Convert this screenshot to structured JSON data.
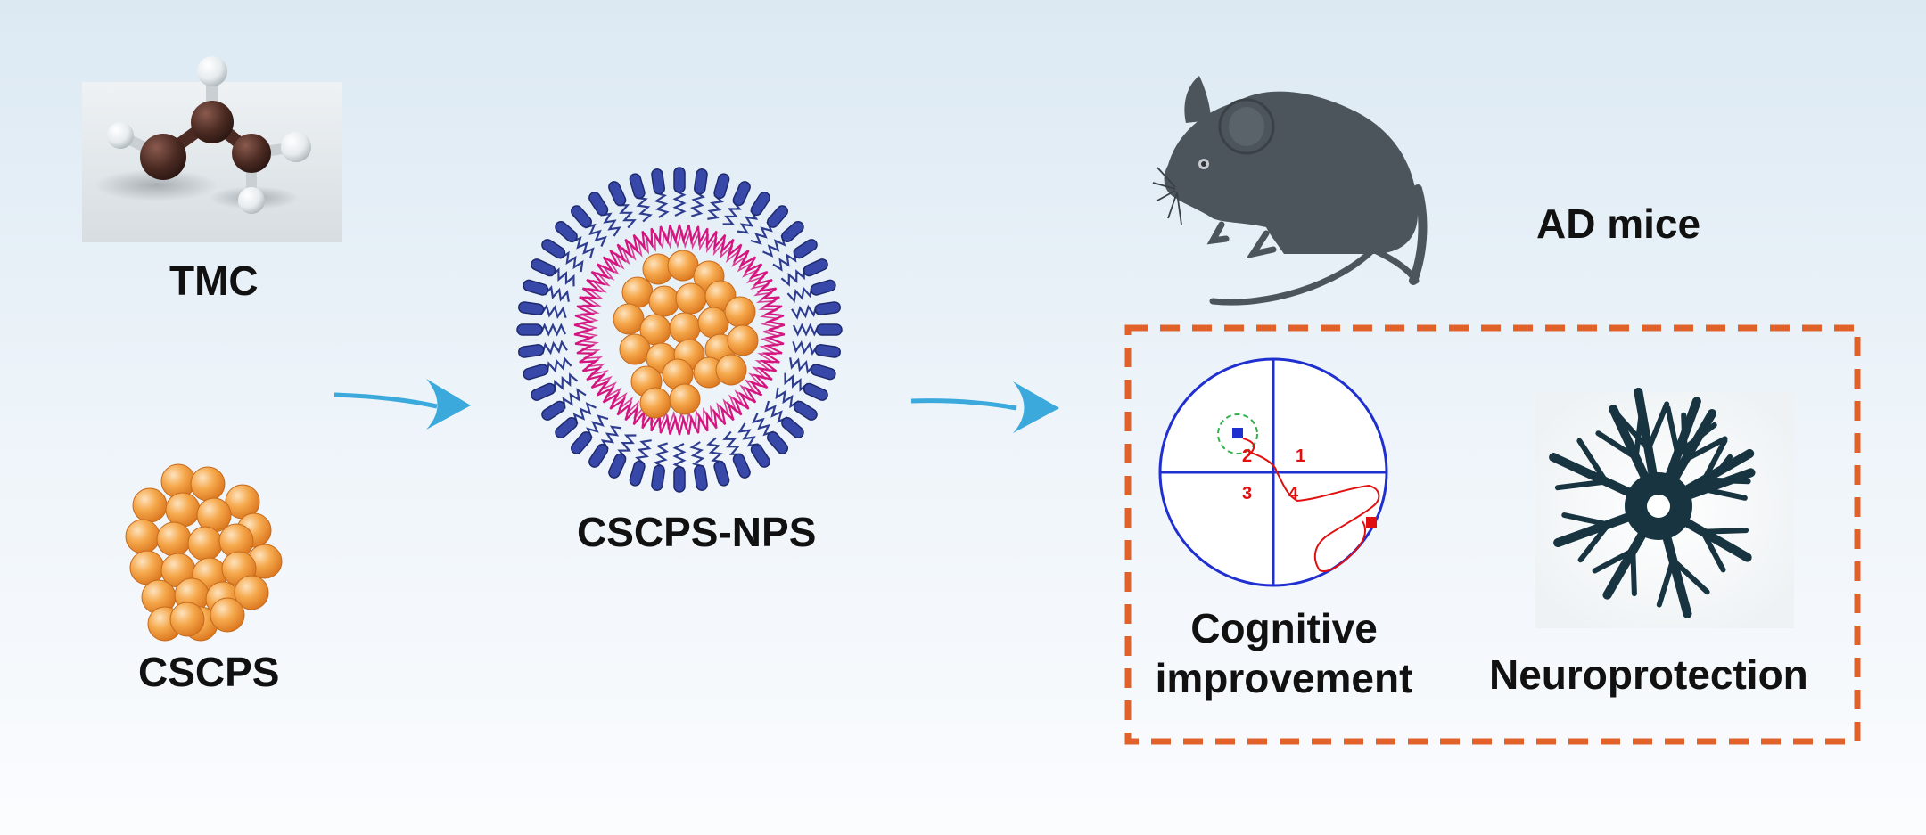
{
  "labels": {
    "tmc": "TMC",
    "cscps": "CSCPS",
    "nanoparticle": "CSCPS-NPS",
    "ad_mice": "AD mice",
    "cognitive_line1": "Cognitive",
    "cognitive_line2": "improvement",
    "neuroprotection": "Neuroprotection"
  },
  "maze": {
    "quadrants": [
      "1",
      "2",
      "3",
      "4"
    ]
  },
  "colors": {
    "arrow": "#3ba9dc",
    "particle": "#f0952d",
    "particle_highlight": "#fde3bf",
    "shell_inner": "#d4147f",
    "shell_outer": "#2e3d8f",
    "mouse": "#4c555b",
    "neuron": "#173440",
    "dashed_box": "#e0622a",
    "maze_circle": "#1f2fd0",
    "maze_path": "#e01010",
    "molecule_carbon": "#4a2a22",
    "molecule_hydrogen": "#e6ebee"
  },
  "icons": [
    "molecule-icon",
    "particle-cluster-icon",
    "nanoparticle-icon",
    "mouse-icon",
    "water-maze-icon",
    "neuron-icon",
    "arrow-icon"
  ]
}
